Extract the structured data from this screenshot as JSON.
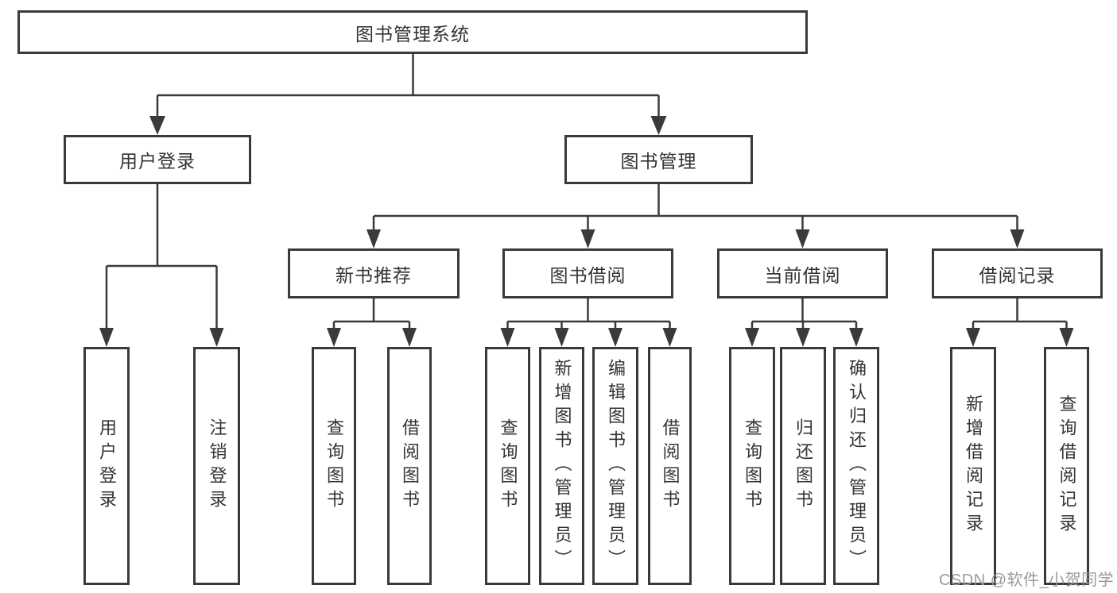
{
  "colors": {
    "background": "#ffffff",
    "line": "#3a3a3a",
    "box_border": "#3a3a3a",
    "text": "#333333",
    "watermark": "#9b9b9b"
  },
  "root": {
    "label": "图书管理系统"
  },
  "branches": {
    "user_login": {
      "label": "用户登录",
      "children": [
        {
          "label": "用户登录"
        },
        {
          "label": "注销登录"
        }
      ]
    },
    "book_management": {
      "label": "图书管理",
      "sections": [
        {
          "label": "新书推荐",
          "children": [
            {
              "label": "查询图书"
            },
            {
              "label": "借阅图书"
            }
          ]
        },
        {
          "label": "图书借阅",
          "children": [
            {
              "label": "查询图书"
            },
            {
              "label": "新增图书（管理员）"
            },
            {
              "label": "编辑图书（管理员）"
            },
            {
              "label": "借阅图书"
            }
          ]
        },
        {
          "label": "当前借阅",
          "children": [
            {
              "label": "查询图书"
            },
            {
              "label": "归还图书"
            },
            {
              "label": "确认归还（管理员）"
            }
          ]
        },
        {
          "label": "借阅记录",
          "children": [
            {
              "label": "新增借阅记录"
            },
            {
              "label": "查询借阅记录"
            }
          ]
        }
      ]
    }
  },
  "watermark": {
    "text": "CSDN @软件_小贺同学"
  }
}
